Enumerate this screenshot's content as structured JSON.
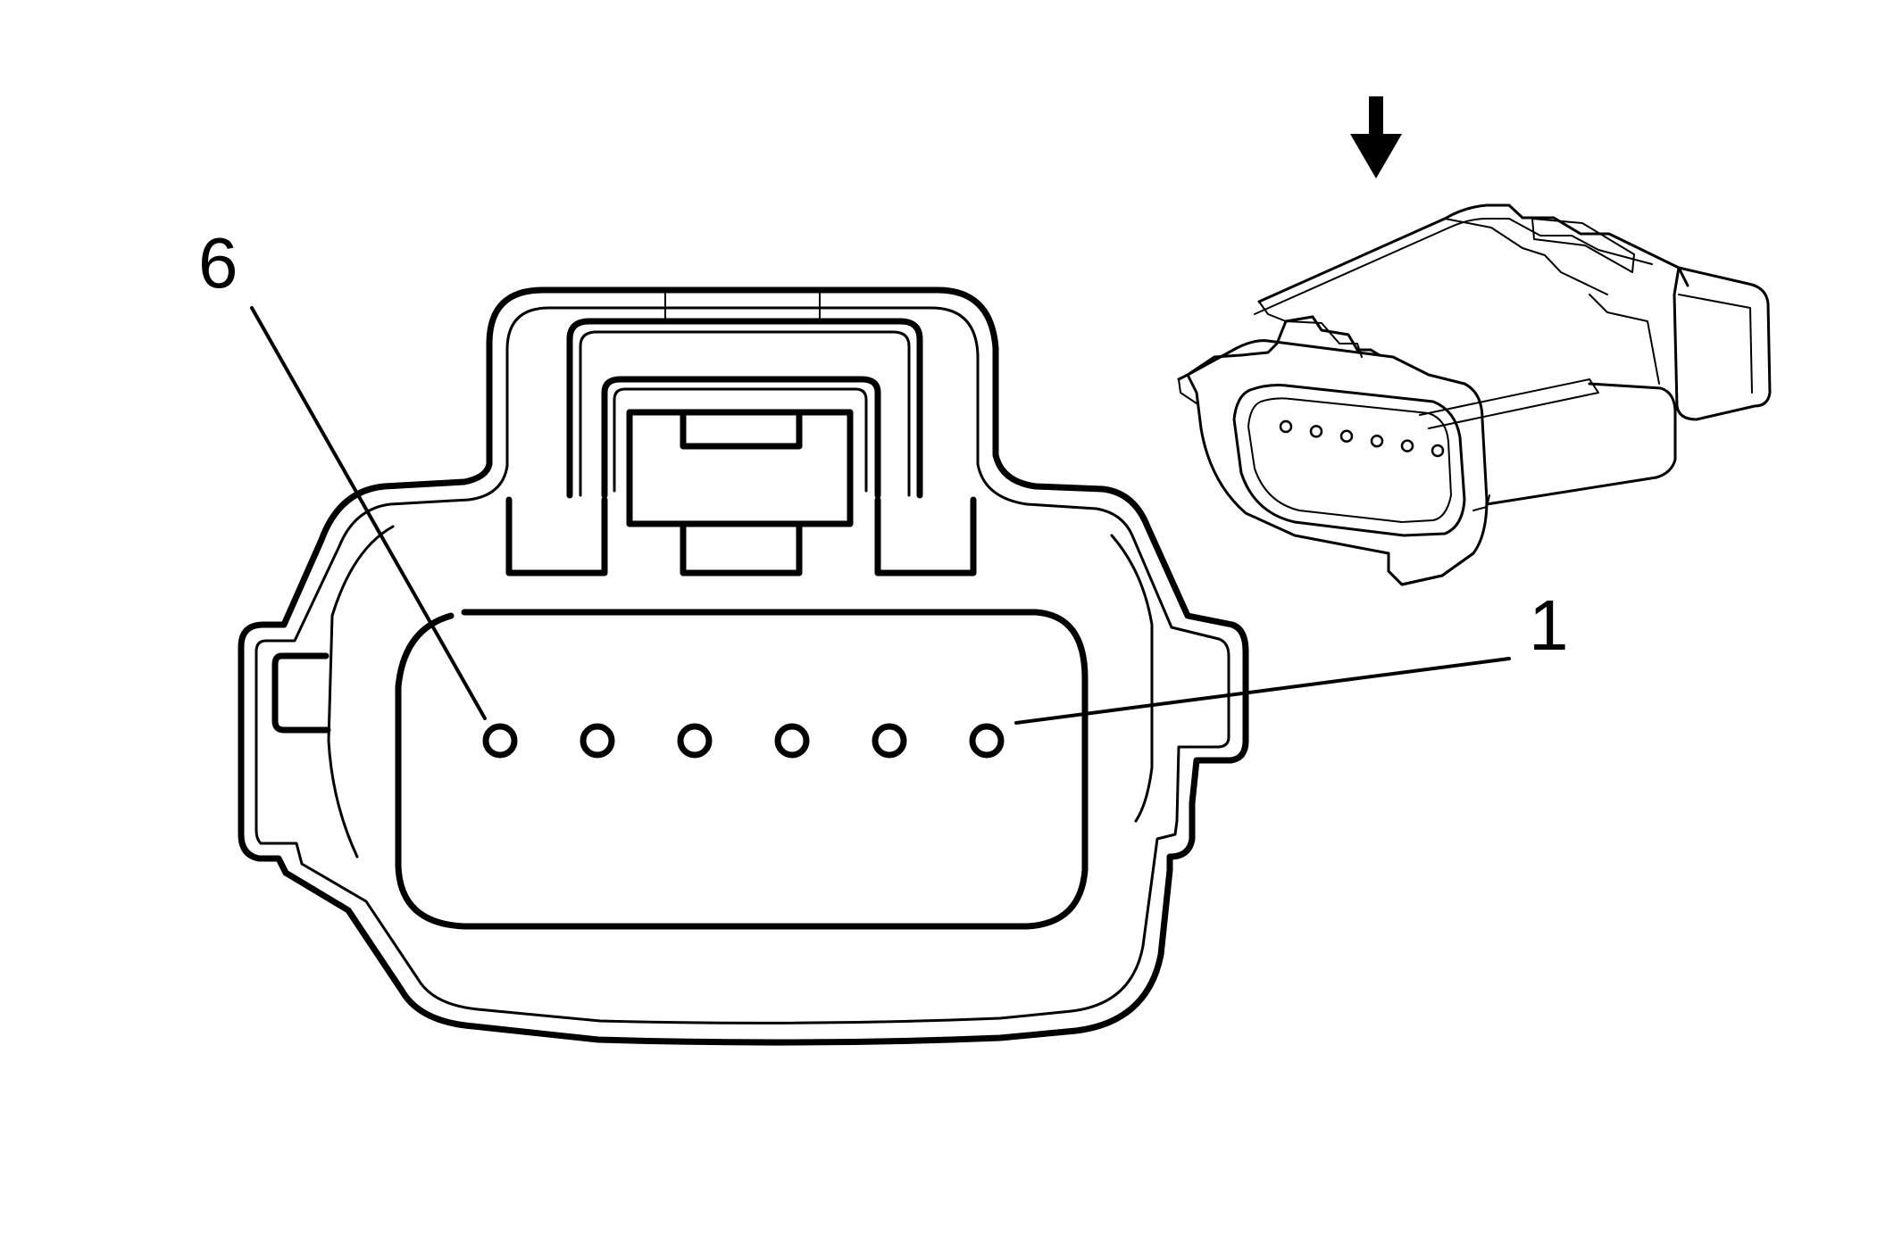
{
  "callouts": {
    "left_pin_number": "6",
    "right_pin_number": "1"
  },
  "pin_count": 6,
  "icons": {
    "view_direction": "down-arrow-icon"
  },
  "colors": {
    "line": "#000000",
    "background": "#ffffff"
  }
}
